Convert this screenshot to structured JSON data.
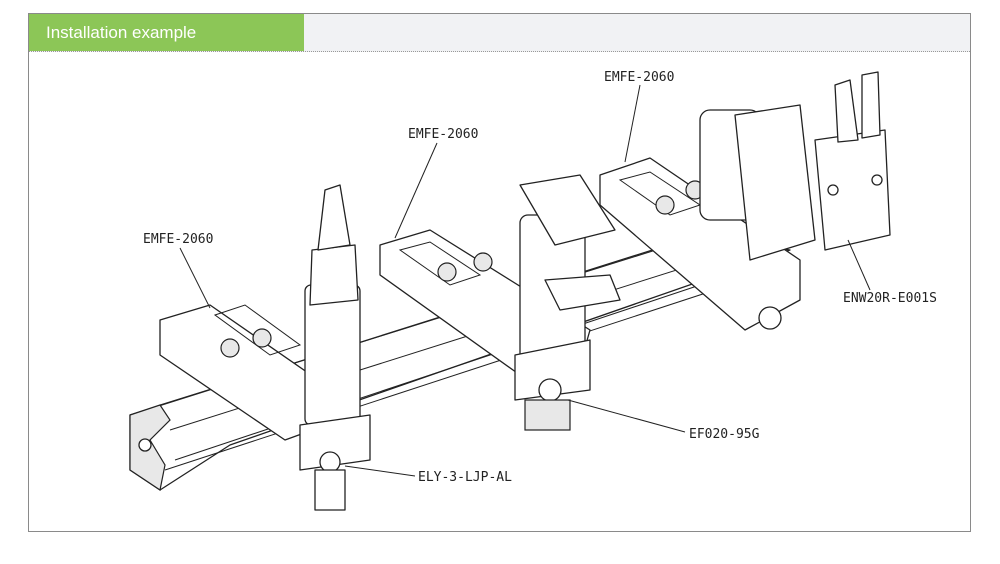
{
  "header": {
    "title": "Installation example"
  },
  "labels": {
    "bracket_left": "EMFE-2060",
    "bracket_middle": "EMFE-2060",
    "bracket_right": "EMFE-2060",
    "gripper_right": "ENW20R-E001S",
    "fitting_middle": "EF020-95G",
    "gripper_left": "ELY-3-LJP-AL"
  }
}
